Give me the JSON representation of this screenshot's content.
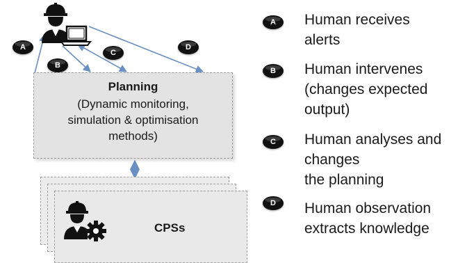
{
  "planning": {
    "title": "Planning",
    "description_lines": [
      "(Dynamic monitoring,",
      "simulation & optimisation",
      "methods)"
    ]
  },
  "cps": {
    "label": "CPSs"
  },
  "diagram_badges": [
    "A",
    "B",
    "C",
    "D"
  ],
  "legend": [
    {
      "badge": "A",
      "lines": [
        "Human receives",
        "alerts"
      ]
    },
    {
      "badge": "B",
      "lines": [
        "Human intervenes",
        "(changes expected",
        "output)"
      ]
    },
    {
      "badge": "C",
      "lines": [
        "Human analyses and",
        "changes",
        "the planning"
      ]
    },
    {
      "badge": "D",
      "lines": [
        "Human observation",
        "extracts knowledge"
      ]
    }
  ],
  "colors": {
    "arrow": "#6a8fc3",
    "badge": "#111111",
    "box": "#e3e3e3"
  },
  "icons": [
    "worker-laptop-icon",
    "worker-gear-icon"
  ]
}
